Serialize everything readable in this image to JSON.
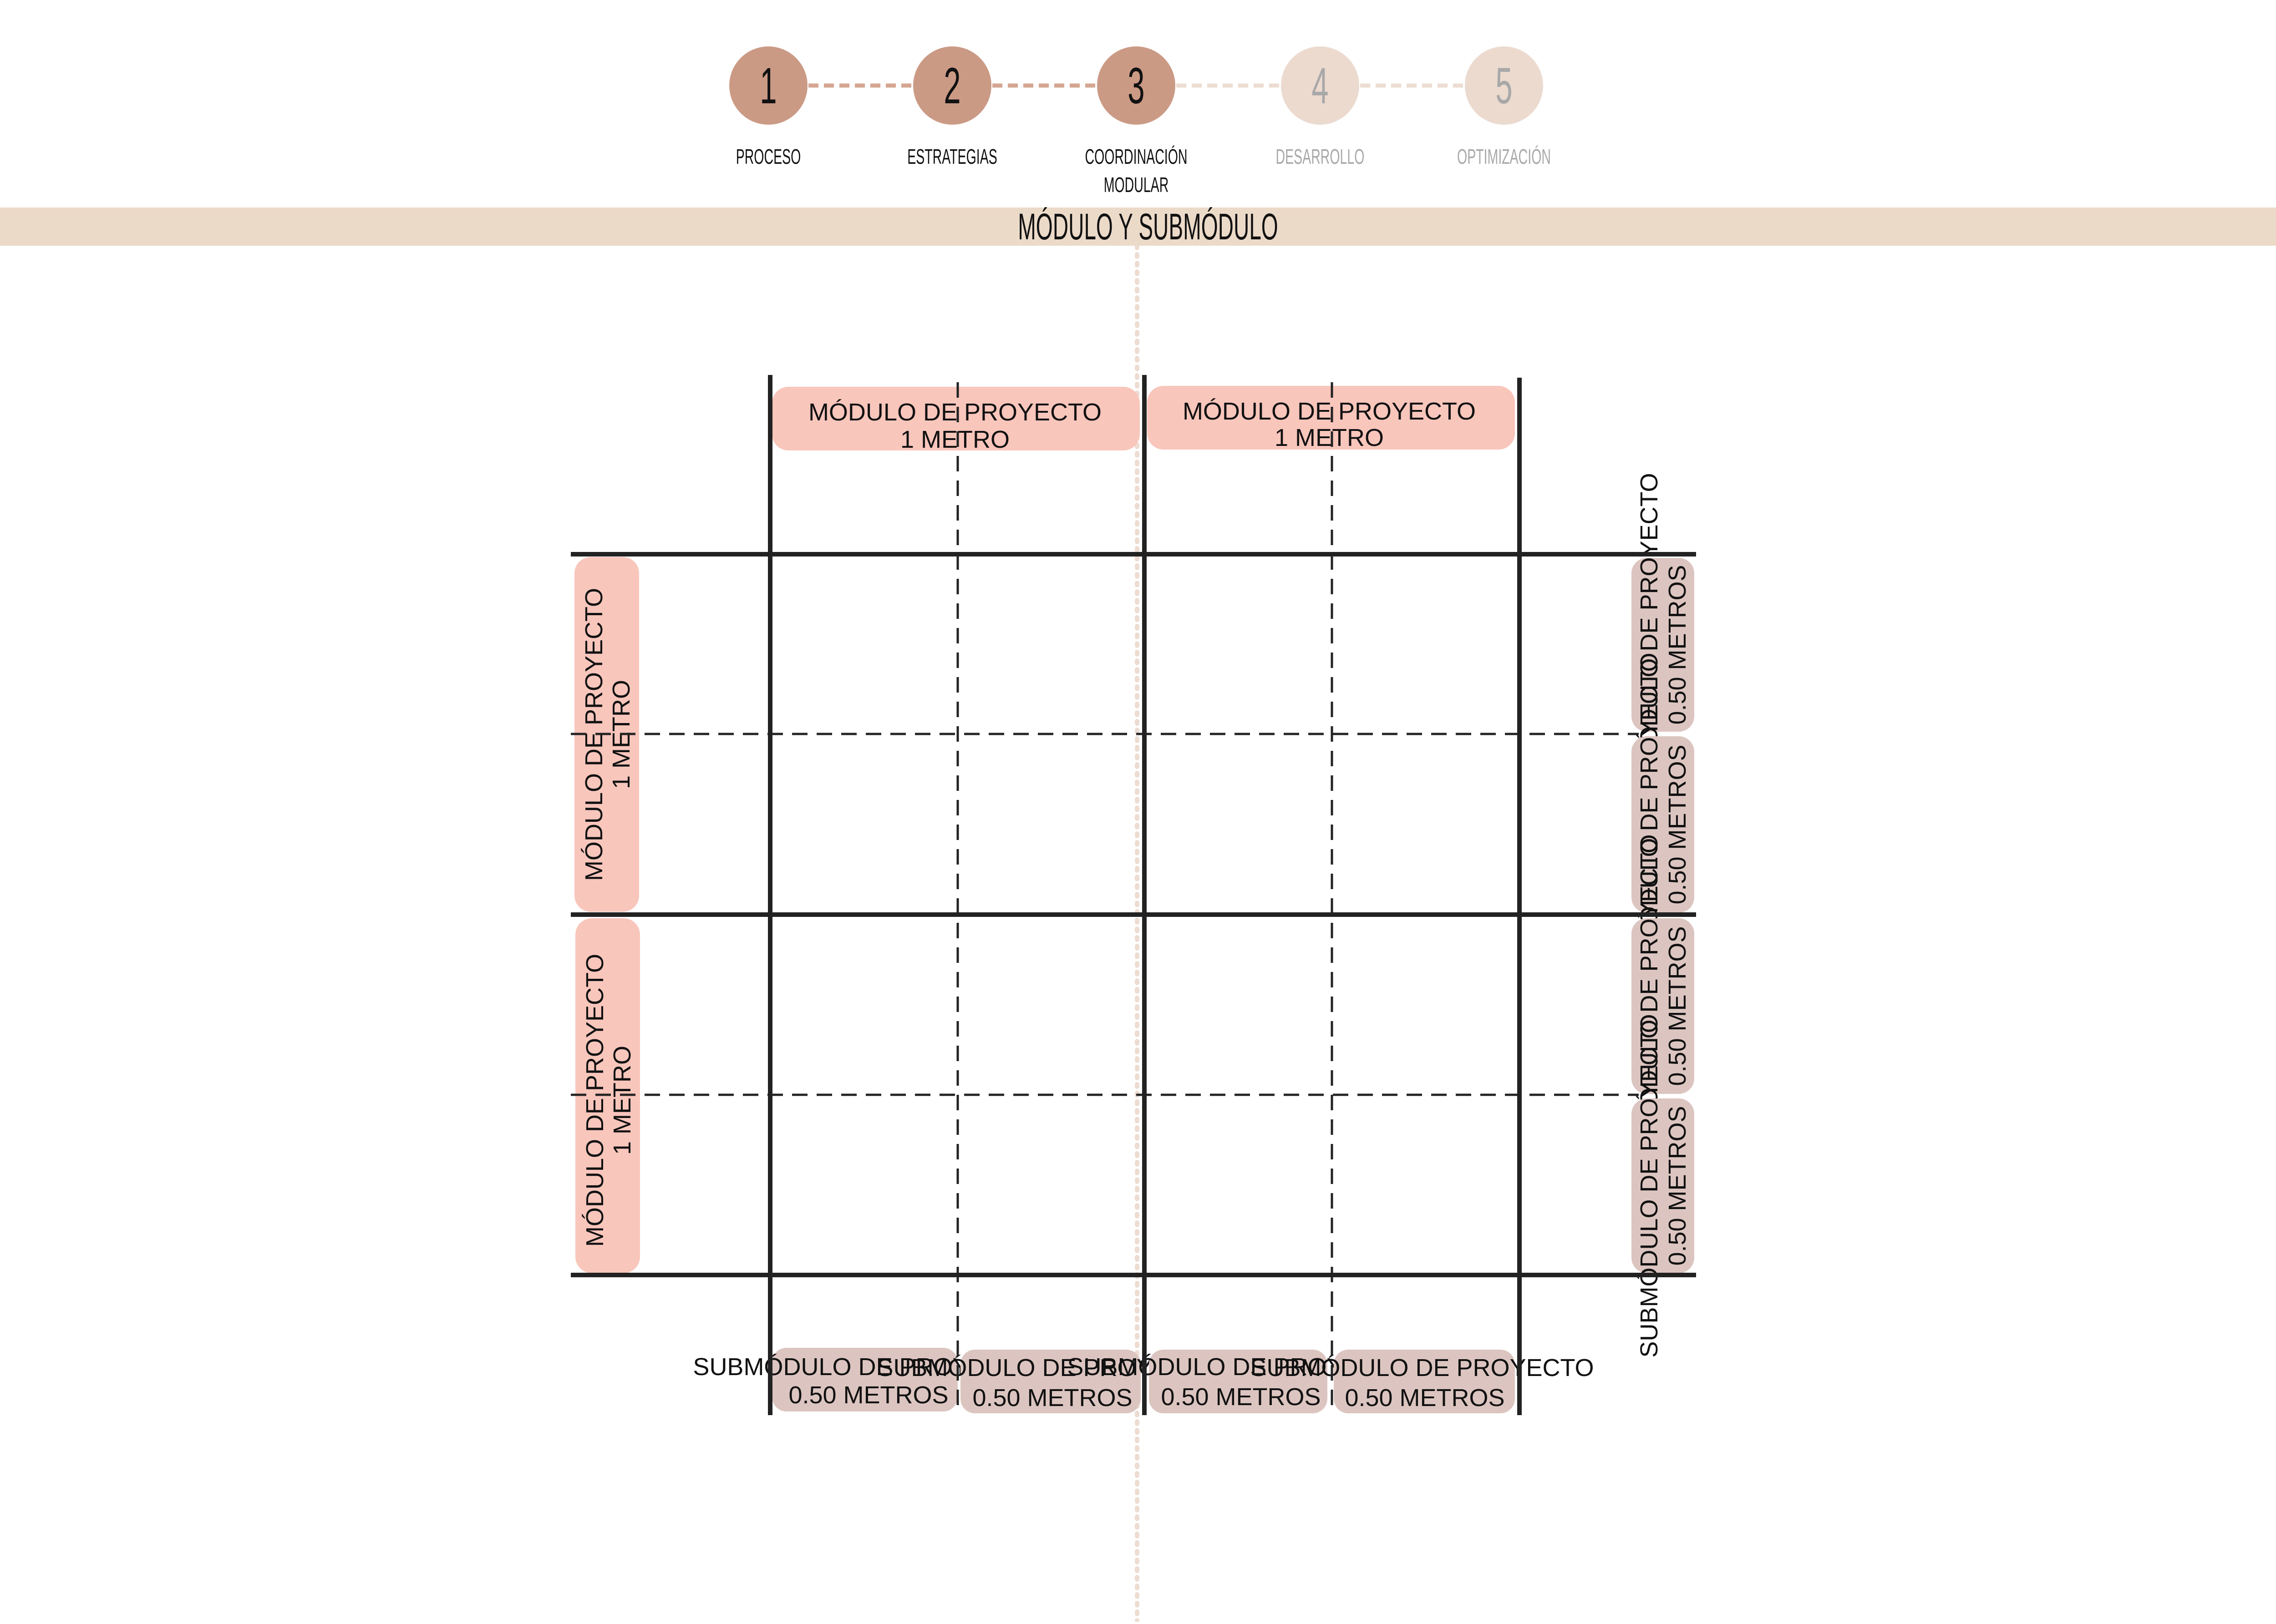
{
  "steps": [
    {
      "number": "1",
      "label": "PROCESO",
      "label2": "",
      "state": "done"
    },
    {
      "number": "2",
      "label": "ESTRATEGIAS",
      "label2": "",
      "state": "done"
    },
    {
      "number": "3",
      "label": "COORDINACIÓN",
      "label2": "MODULAR",
      "state": "current"
    },
    {
      "number": "4",
      "label": "DESARROLLO",
      "label2": "",
      "state": "pending"
    },
    {
      "number": "5",
      "label": "OPTIMIZACIÓN",
      "label2": "",
      "state": "pending"
    }
  ],
  "section_title": "MÓDULO Y SUBMÓDULO",
  "module_tags_top": [
    {
      "line1": "MÓDULO DE PROYECTO",
      "line2": "1 METRO"
    },
    {
      "line1": "MÓDULO DE PROYECTO",
      "line2": "1 METRO"
    }
  ],
  "module_tags_left": [
    {
      "line1": "MÓDULO DE PROYECTO",
      "line2": "1 METRO"
    },
    {
      "line1": "MÓDULO DE PROYECTO",
      "line2": "1 METRO"
    }
  ],
  "submodule_tags_bottom": [
    {
      "line1": "SUBMÓDULO DE PROYECTO",
      "line2": "0.50 METROS"
    },
    {
      "line1": "SUBMÓDULO DE PROYECTO",
      "line2": "0.50 METROS"
    },
    {
      "line1": "SUBMÓDULO DE PROYECTO",
      "line2": "0.50 METROS"
    },
    {
      "line1": "SUBMÓDULO DE PROYECTO",
      "line2": "0.50 METROS"
    }
  ],
  "submodule_tags_right": [
    {
      "line1": "SUBMÓDULO DE PROYECTO",
      "line2": "0.50 METROS"
    },
    {
      "line1": "SUBMÓDULO DE PROYECTO",
      "line2": "0.50 METROS"
    },
    {
      "line1": "SUBMÓDULO DE PROYECTO",
      "line2": "0.50 METROS"
    },
    {
      "line1": "SUBMÓDULO DE PROYECTO",
      "line2": "0.50 METROS"
    }
  ],
  "colors": {
    "step_done": "#cb9a85",
    "step_pending": "#ecdacf",
    "connector_done": "#d4a692",
    "connector_pending": "#ecdcd2",
    "banner": "#ecdac9",
    "module_tag": "#f9c6bc",
    "submodule_tag": "#dcc5c0",
    "grid_line": "#222222",
    "text": "#111111",
    "text_pending": "#a8a8a8",
    "divider": "#ecdcd2"
  }
}
